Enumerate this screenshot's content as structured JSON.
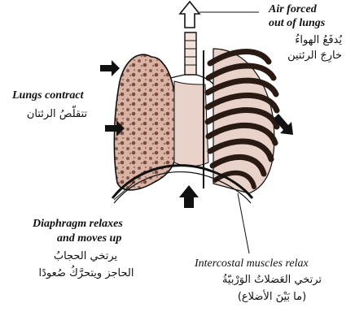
{
  "labels": {
    "air_en_1": "Air forced",
    "air_en_2": "out of lungs",
    "air_ar_1": "يُدفَعُ الهواءُ",
    "air_ar_2": "خارِجَ الرئتين",
    "lungs_en": "Lungs contract",
    "lungs_ar": "تتقلّصُ الرئتان",
    "diaphragm_en_1": "Diaphragm relaxes",
    "diaphragm_en_2": "and moves up",
    "diaphragm_ar_1": "يرتخي الحجابُ",
    "diaphragm_ar_2": "الحاجز ويتحرَّكُ صُعودًا",
    "intercostal_en": "Intercostal muscles relax",
    "intercostal_ar_1": "ترتخي العَضلاتُ الوَرْبيّةُ",
    "intercostal_ar_2": "(ما بَيْنَ الأضلاع)"
  },
  "colors": {
    "ink": "#111111",
    "lung_fill": "#d8b3a6",
    "lung_spot": "#8a5a4a",
    "rib": "#2a1a14",
    "tissue": "#e8d2c9"
  }
}
